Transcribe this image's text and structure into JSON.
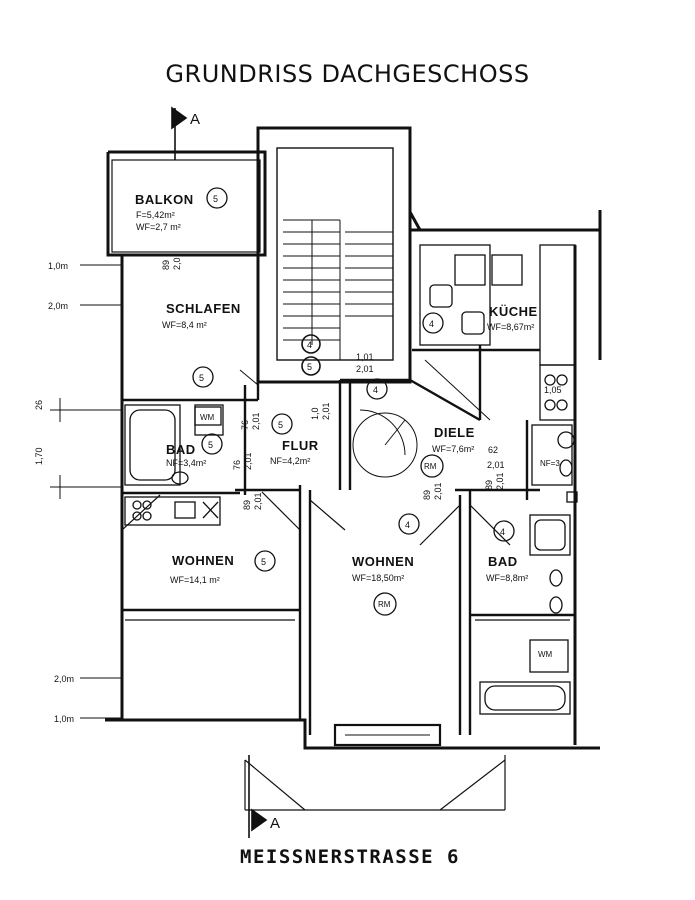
{
  "title": "GRUNDRISS DACHGESCHOSS",
  "street": "MEISSNERSTRASSE 6",
  "section_marker": "A",
  "rooms": {
    "balkon": {
      "name": "BALKON",
      "number": "5",
      "area1": "F=5,42m²",
      "area2": "WF=2,7 m²"
    },
    "schlafen": {
      "name": "SCHLAFEN",
      "number": "5",
      "area": "WF=8,4 m²"
    },
    "kueche": {
      "name": "KÜCHE",
      "number": "4",
      "area": "WF=8,67m²"
    },
    "bad_left": {
      "name": "BAD",
      "number": "5",
      "area": "NF=3,4m²"
    },
    "flur": {
      "name": "FLUR",
      "number": "5",
      "area": "NF=4,2m²"
    },
    "diele": {
      "name": "DIELE",
      "number": "4",
      "area": "WF=7,6m²"
    },
    "wohnen_left": {
      "name": "WOHNEN",
      "number": "5",
      "area": "WF=14,1 m²"
    },
    "wohnen_mid": {
      "name": "WOHNEN",
      "number": "4",
      "area": "WF=18,50m²",
      "tag": "RM"
    },
    "bad_right": {
      "name": "BAD",
      "number": "4",
      "area": "WF=8,8m²"
    },
    "stair": {
      "numbers": "5 4"
    }
  },
  "labels": {
    "wm": "WM",
    "rm": "RM",
    "nf": "NF=3"
  },
  "levels": [
    "1,0m",
    "2,0m",
    "2,0m",
    "1,0m"
  ],
  "dims": [
    "26",
    "1,70",
    "89",
    "2,0",
    "1,01",
    "2,01",
    "1,0",
    "2,01",
    "76",
    "2,01",
    "76",
    "2,01",
    "89",
    "2,01",
    "89",
    "2,01",
    "89",
    "2,01",
    "2,01",
    "62",
    "1,05"
  ]
}
